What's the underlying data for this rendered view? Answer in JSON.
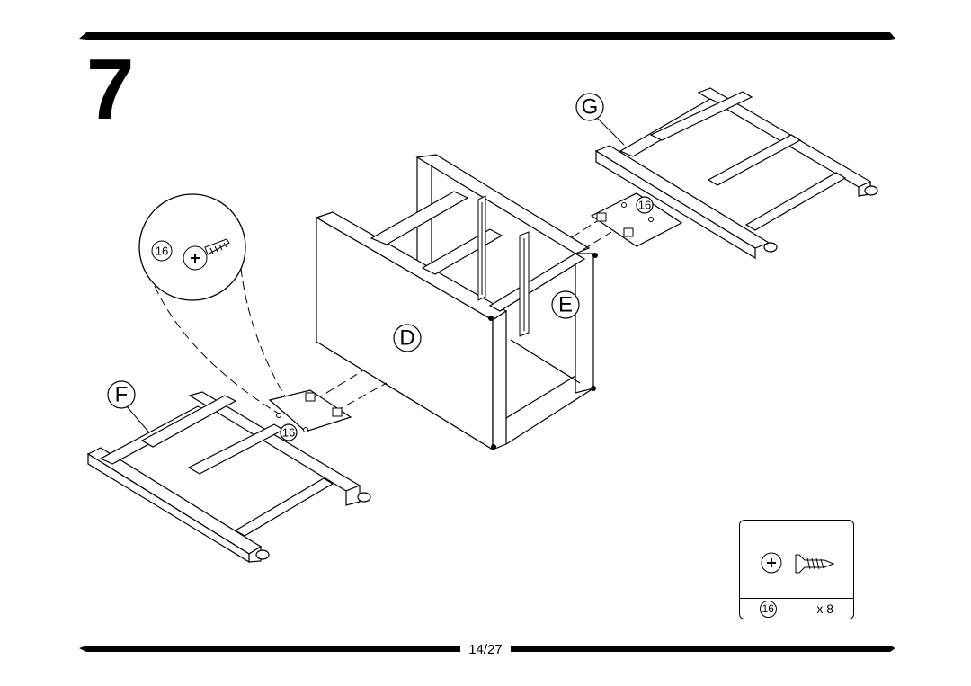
{
  "step": {
    "number": "7"
  },
  "parts": {
    "g": "G",
    "e": "E",
    "d": "D",
    "f": "F"
  },
  "hardware": {
    "part_number": "16",
    "quantity": "x 8"
  },
  "footer": {
    "page": "14/27"
  }
}
